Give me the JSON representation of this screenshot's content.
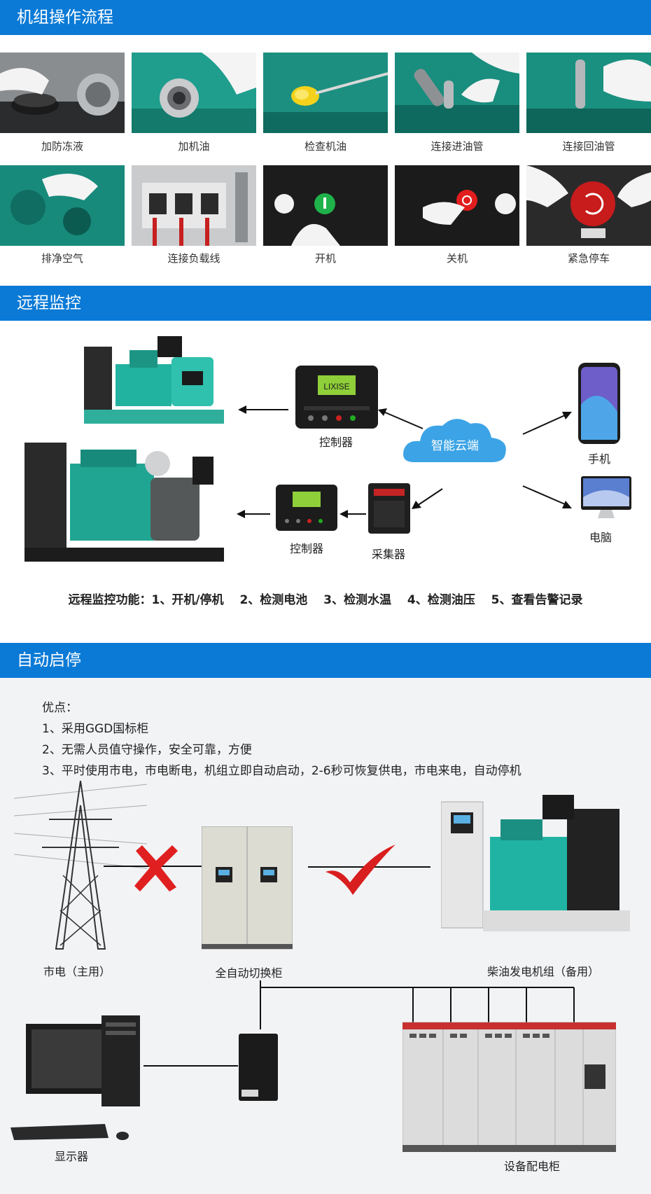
{
  "sections": {
    "process": {
      "title": "机组操作流程",
      "steps": [
        {
          "label": "加防冻液",
          "icon": "coolant-cap-icon"
        },
        {
          "label": "加机油",
          "icon": "oil-filler-icon"
        },
        {
          "label": "检查机油",
          "icon": "dipstick-icon"
        },
        {
          "label": "连接进油管",
          "icon": "fuel-inlet-icon"
        },
        {
          "label": "连接回油管",
          "icon": "fuel-return-icon"
        },
        {
          "label": "排净空气",
          "icon": "air-bleed-icon"
        },
        {
          "label": "连接负载线",
          "icon": "load-cable-icon"
        },
        {
          "label": "开机",
          "icon": "start-button-icon"
        },
        {
          "label": "关机",
          "icon": "stop-button-icon"
        },
        {
          "label": "紧急停车",
          "icon": "emergency-stop-icon"
        }
      ]
    },
    "remote": {
      "title": "远程监控",
      "controller_top": "控制器",
      "controller_bottom": "控制器",
      "collector": "采集器",
      "cloud": "智能云端",
      "phone": "手机",
      "computer": "电脑",
      "controller_brand": "LIXISE",
      "features": "远程监控功能：1、开机/停机　 2、检测电池　 3、检测水温　 4、检测油压　 5、查看告警记录"
    },
    "auto": {
      "title": "自动启停",
      "advantages_title": "优点：",
      "advantages": [
        "1、采用GGD国标柜",
        "2、无需人员值守操作，安全可靠，方便",
        "3、平时使用市电，市电断电，机组立即自动启动，2-6秒可恢复供电，市电来电，自动停机"
      ],
      "grid_label": "市电（主用）",
      "ats_label": "全自动切换柜",
      "genset_label": "柴油发电机组（备用）",
      "display_label": "显示器",
      "distribution_label": "设备配电柜"
    }
  },
  "colors": {
    "header_blue": "#0a7ad6",
    "engine_teal": "#1aa99a",
    "cross_red": "#e02020",
    "check_red": "#d81e1e"
  }
}
